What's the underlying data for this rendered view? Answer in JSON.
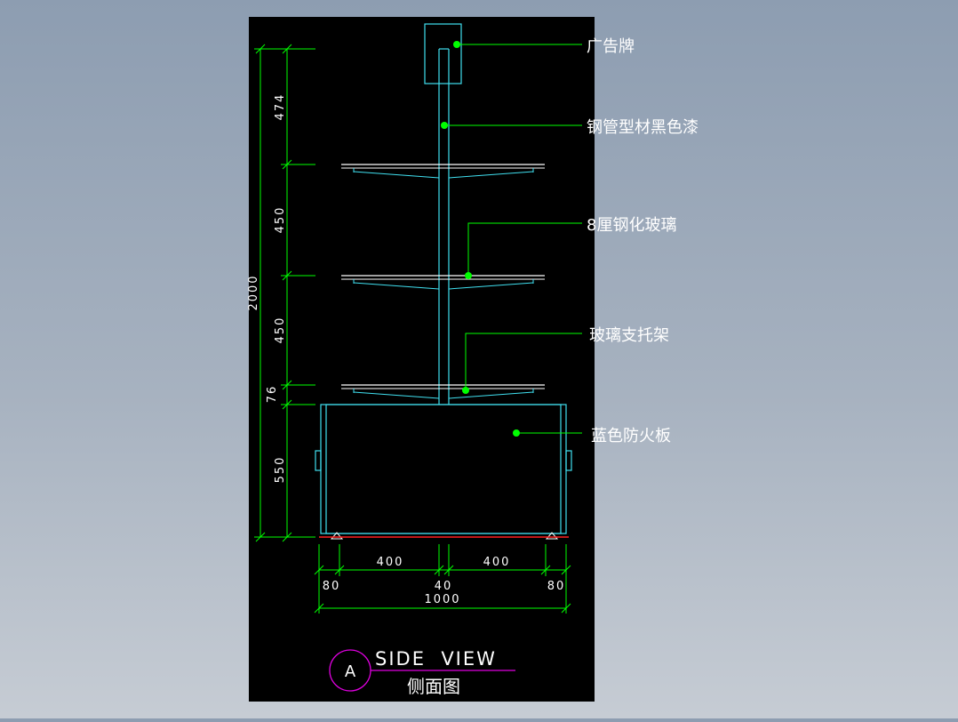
{
  "callouts": {
    "sign": "广告牌",
    "pipe": "钢管型材黑色漆",
    "glass": "8厘钢化玻璃",
    "bracket": "玻璃支托架",
    "board": "蓝色防火板"
  },
  "dimensions": {
    "vertical": {
      "top": "474",
      "upper_shelf": "450",
      "lower_shelf": "450",
      "gap": "76",
      "cabinet": "550",
      "total": "2000"
    },
    "horizontal": {
      "left_span": "400",
      "right_span": "400",
      "left_edge": "80",
      "center": "40",
      "right_edge": "80",
      "total": "1000"
    }
  },
  "title": {
    "marker": "A",
    "view_name": "SIDE  VIEW",
    "view_name_cn": "侧面图"
  },
  "colors": {
    "sheet": "#000000",
    "dimension_lines": "#00ff00",
    "leader_dots": "#00ff00",
    "outline": "#40e0f0",
    "glass": "#ffffff",
    "floor_line": "#ff2020",
    "title_marker": "#e000e0"
  }
}
